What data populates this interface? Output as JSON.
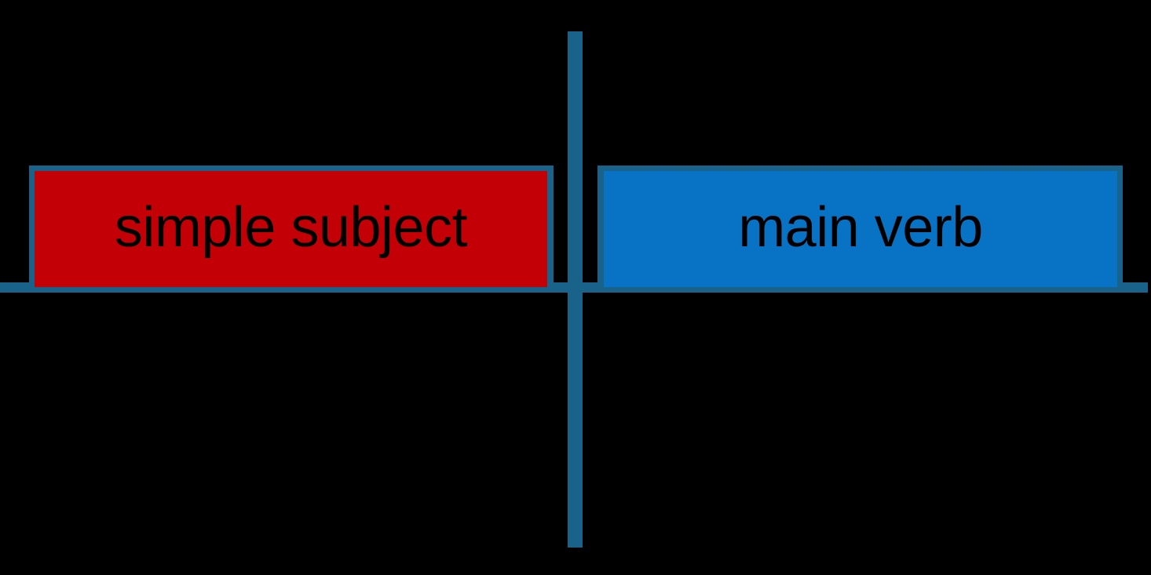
{
  "diagram": {
    "type": "sentence-diagram",
    "title": "",
    "background_color": "#000000",
    "line_color": "#19628A",
    "text_color": "#000000",
    "slots": [
      {
        "id": "simple-subject",
        "label": "simple subject",
        "fill_color": "#C30006",
        "border_color": "#19628A",
        "position": "left-of-divider"
      },
      {
        "id": "main-verb",
        "label": "main verb",
        "fill_color": "#0873C4",
        "border_color": "#19628A",
        "position": "right-of-divider"
      }
    ],
    "lines": [
      {
        "id": "baseline",
        "orientation": "horizontal",
        "color": "#19628A"
      },
      {
        "id": "subject-verb-divider",
        "orientation": "vertical",
        "color": "#19628A"
      }
    ]
  }
}
